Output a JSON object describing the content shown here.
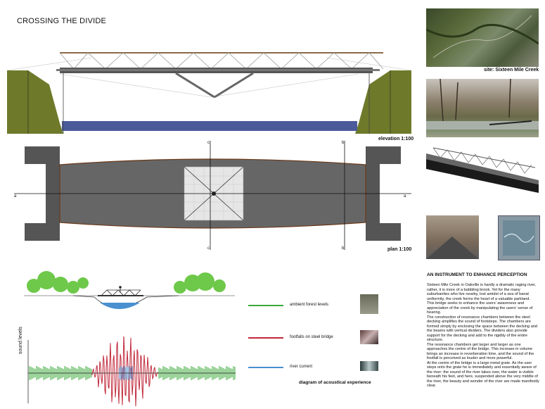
{
  "title": "CROSSING THE DIVIDE",
  "elevation": {
    "label": "elevation 1:100"
  },
  "plan": {
    "label": "plan 1:100",
    "markers": {
      "a": "a",
      "b": "b",
      "c": "c"
    }
  },
  "site_label": "site: Sixteen Mile Creek",
  "legend": {
    "items": [
      {
        "label": "ambient forest levels",
        "color": "#3aa83a"
      },
      {
        "label": "footfalls on steel bridge",
        "color": "#c0283a"
      },
      {
        "label": "river current",
        "color": "#4a90d0"
      }
    ],
    "caption": "diagram of acoustical experience",
    "y_axis": "sound levels"
  },
  "article": {
    "heading": "AN INSTRUMENT TO ENHANCE PERCEPTION",
    "paragraphs": [
      "Sixteen Mile Creek in Oakville is hardly a dramatic raging river, rather, it is more of a babbling brook. Yet for the many suburbanites who live nearby, lost amidst of a sea of banal uniformity, the creek forms the heart of a valuable parkland.",
      "This bridge seeks to enhance the users' awareness and appreciation of the creek by manipulating the users' sense of hearing.",
      "The construction of resonance chambers between the steel decking amplifies the sound of footsteps. The chambers are formed simply by enclosing the space between the decking and the beams with vertical dividers. The dividers also provide support for the decking and add to the rigidity of the entire structure.",
      "The resonance chambers get larger and larger as one approaches the centre of the bridge. This increase in volume brings an increase in reverberation time, and the sound of the footfall is perceived as louder and more powerful.",
      "At the centre of the bridge is a large metal grate. As the user steps onto the grate he is immediately and essentially aware of the river: the sound of the river takes over, the water is visible beneath his feet, and here, suspended above the very middle of the river, the beauty and wonder of the river are made manifestly clear."
    ]
  }
}
